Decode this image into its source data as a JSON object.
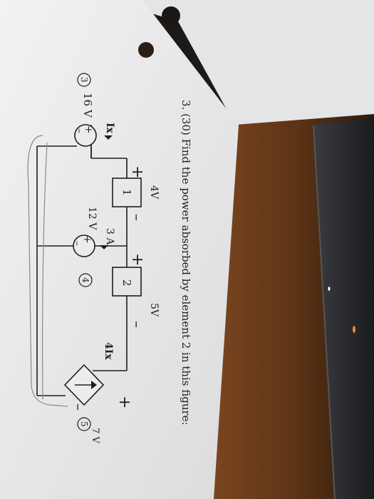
{
  "question": {
    "text": "3. (30) Find the power absorbed by element 2 in this figure:"
  },
  "circuit": {
    "element1": {
      "label": "1",
      "voltage": "4V",
      "plus": "+",
      "minus": "–"
    },
    "element2": {
      "label": "2",
      "voltage": "5V",
      "plus": "+",
      "minus": "–"
    },
    "source_16v": {
      "label": "16 V",
      "plus": "+",
      "minus": "–",
      "note": "3"
    },
    "source_12v": {
      "label": "12 V",
      "plus": "+",
      "minus": "–",
      "note": "4"
    },
    "current_ix": "Ix",
    "current_3a": "3 A",
    "dependent_source": {
      "label": "4Ix",
      "plus": "+",
      "minus": "–",
      "note": "5",
      "voltage": "7 V"
    }
  },
  "colors": {
    "paper": "#e9e9ea",
    "wood": "#6b3a1a",
    "laptop": "#2c2e31",
    "ink": "#1e1e1e",
    "pencil": "#8a8a8a",
    "led": "#ff8a1c"
  }
}
